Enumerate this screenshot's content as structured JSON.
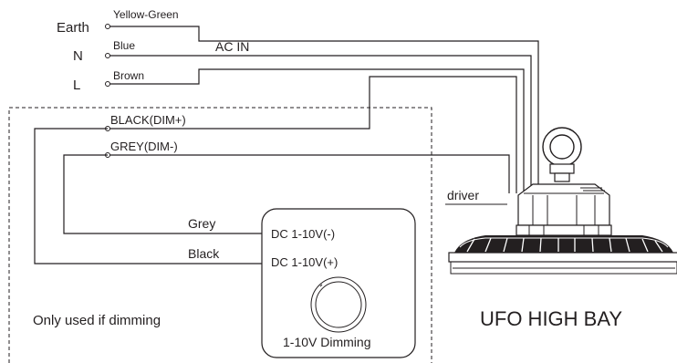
{
  "terminals": {
    "earth": "Earth",
    "neutral": "N",
    "line": "L"
  },
  "wires": {
    "earth_color": "Yellow-Green",
    "neutral_color": "Blue",
    "line_color": "Brown",
    "dim_plus": "BLACK(DIM+)",
    "dim_minus": "GREY(DIM-)",
    "grey": "Grey",
    "black": "Black"
  },
  "ac_in": "AC IN",
  "dimmer": {
    "minus_terminal": "DC 1-10V(-)",
    "plus_terminal": "DC 1-10V(+)",
    "caption": "1-10V Dimming"
  },
  "note": "Only used if dimming",
  "driver_label": "driver",
  "fixture_name": "UFO HIGH BAY",
  "icons": [
    "dimmer-knob-icon",
    "ufo-high-bay-luminaire-icon"
  ],
  "colors": {
    "line": "#231f20",
    "background": "#ffffff"
  }
}
